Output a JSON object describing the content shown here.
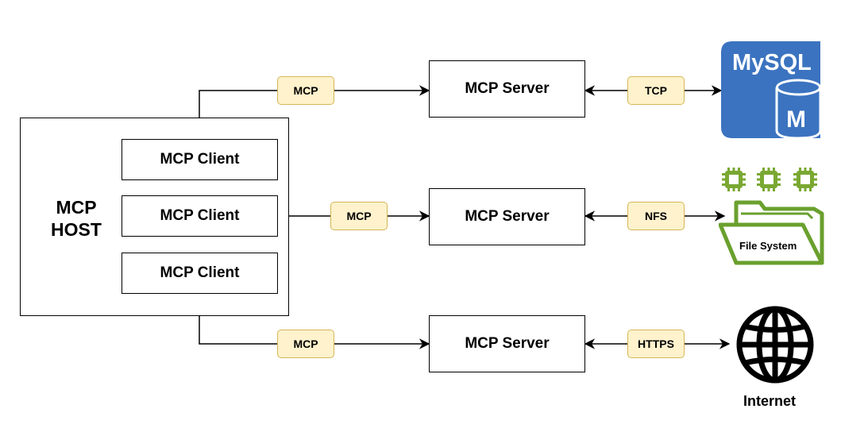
{
  "host": {
    "label_line1": "MCP",
    "label_line2": "HOST",
    "clients": [
      "MCP Client",
      "MCP Client",
      "MCP Client"
    ]
  },
  "servers": [
    "MCP Server",
    "MCP Server",
    "MCP Server"
  ],
  "host_links": [
    "MCP",
    "MCP",
    "MCP"
  ],
  "resource_links": [
    "TCP",
    "NFS",
    "HTTPS"
  ],
  "resources": {
    "mysql": {
      "logo_text": "MySQL",
      "badge": "M",
      "color": "#3b73c0"
    },
    "filesystem": {
      "label": "File System",
      "color": "#6aa02e",
      "chip_color": "#7aa832"
    },
    "internet": {
      "label": "Internet"
    }
  }
}
